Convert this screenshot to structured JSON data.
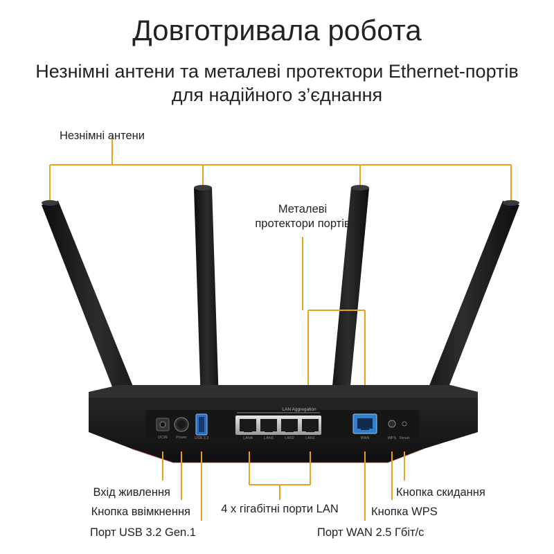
{
  "header": {
    "title": "Довготривала робота",
    "subtitle_line1": "Незнімні антени та металеві протектори Ethernet-портів",
    "subtitle_line2": "для надійного з’єднання"
  },
  "callouts": {
    "antennas": "Незнімні антени",
    "port_protectors_line1": "Металеві",
    "port_protectors_line2": "протектори портів",
    "power_in": "Вхід живлення",
    "power_button": "Кнопка ввімкнення",
    "usb_port": "Порт USB 3.2 Gen.1",
    "lan_ports": "4 x гігабітні порти LAN",
    "wan_port": "Порт WAN 2.5 Гбіт/с",
    "wps_button": "Кнопка WPS",
    "reset_button": "Кнопка скидання"
  },
  "router_panel": {
    "lan_aggregation": "LAN Aggregation",
    "port_labels": [
      "DCIN",
      "Power",
      "USB 3.2",
      "LAN4",
      "LAN3",
      "LAN2",
      "LAN1",
      "WAN",
      "WPS",
      "Reset"
    ]
  },
  "colors": {
    "callout_line": "#e8a21c",
    "router_body": "#1c1c1e",
    "wan_port": "#2e7fd0"
  },
  "icons": [
    "antenna",
    "router",
    "ethernet-port",
    "usb-port",
    "power-jack",
    "power-button"
  ]
}
